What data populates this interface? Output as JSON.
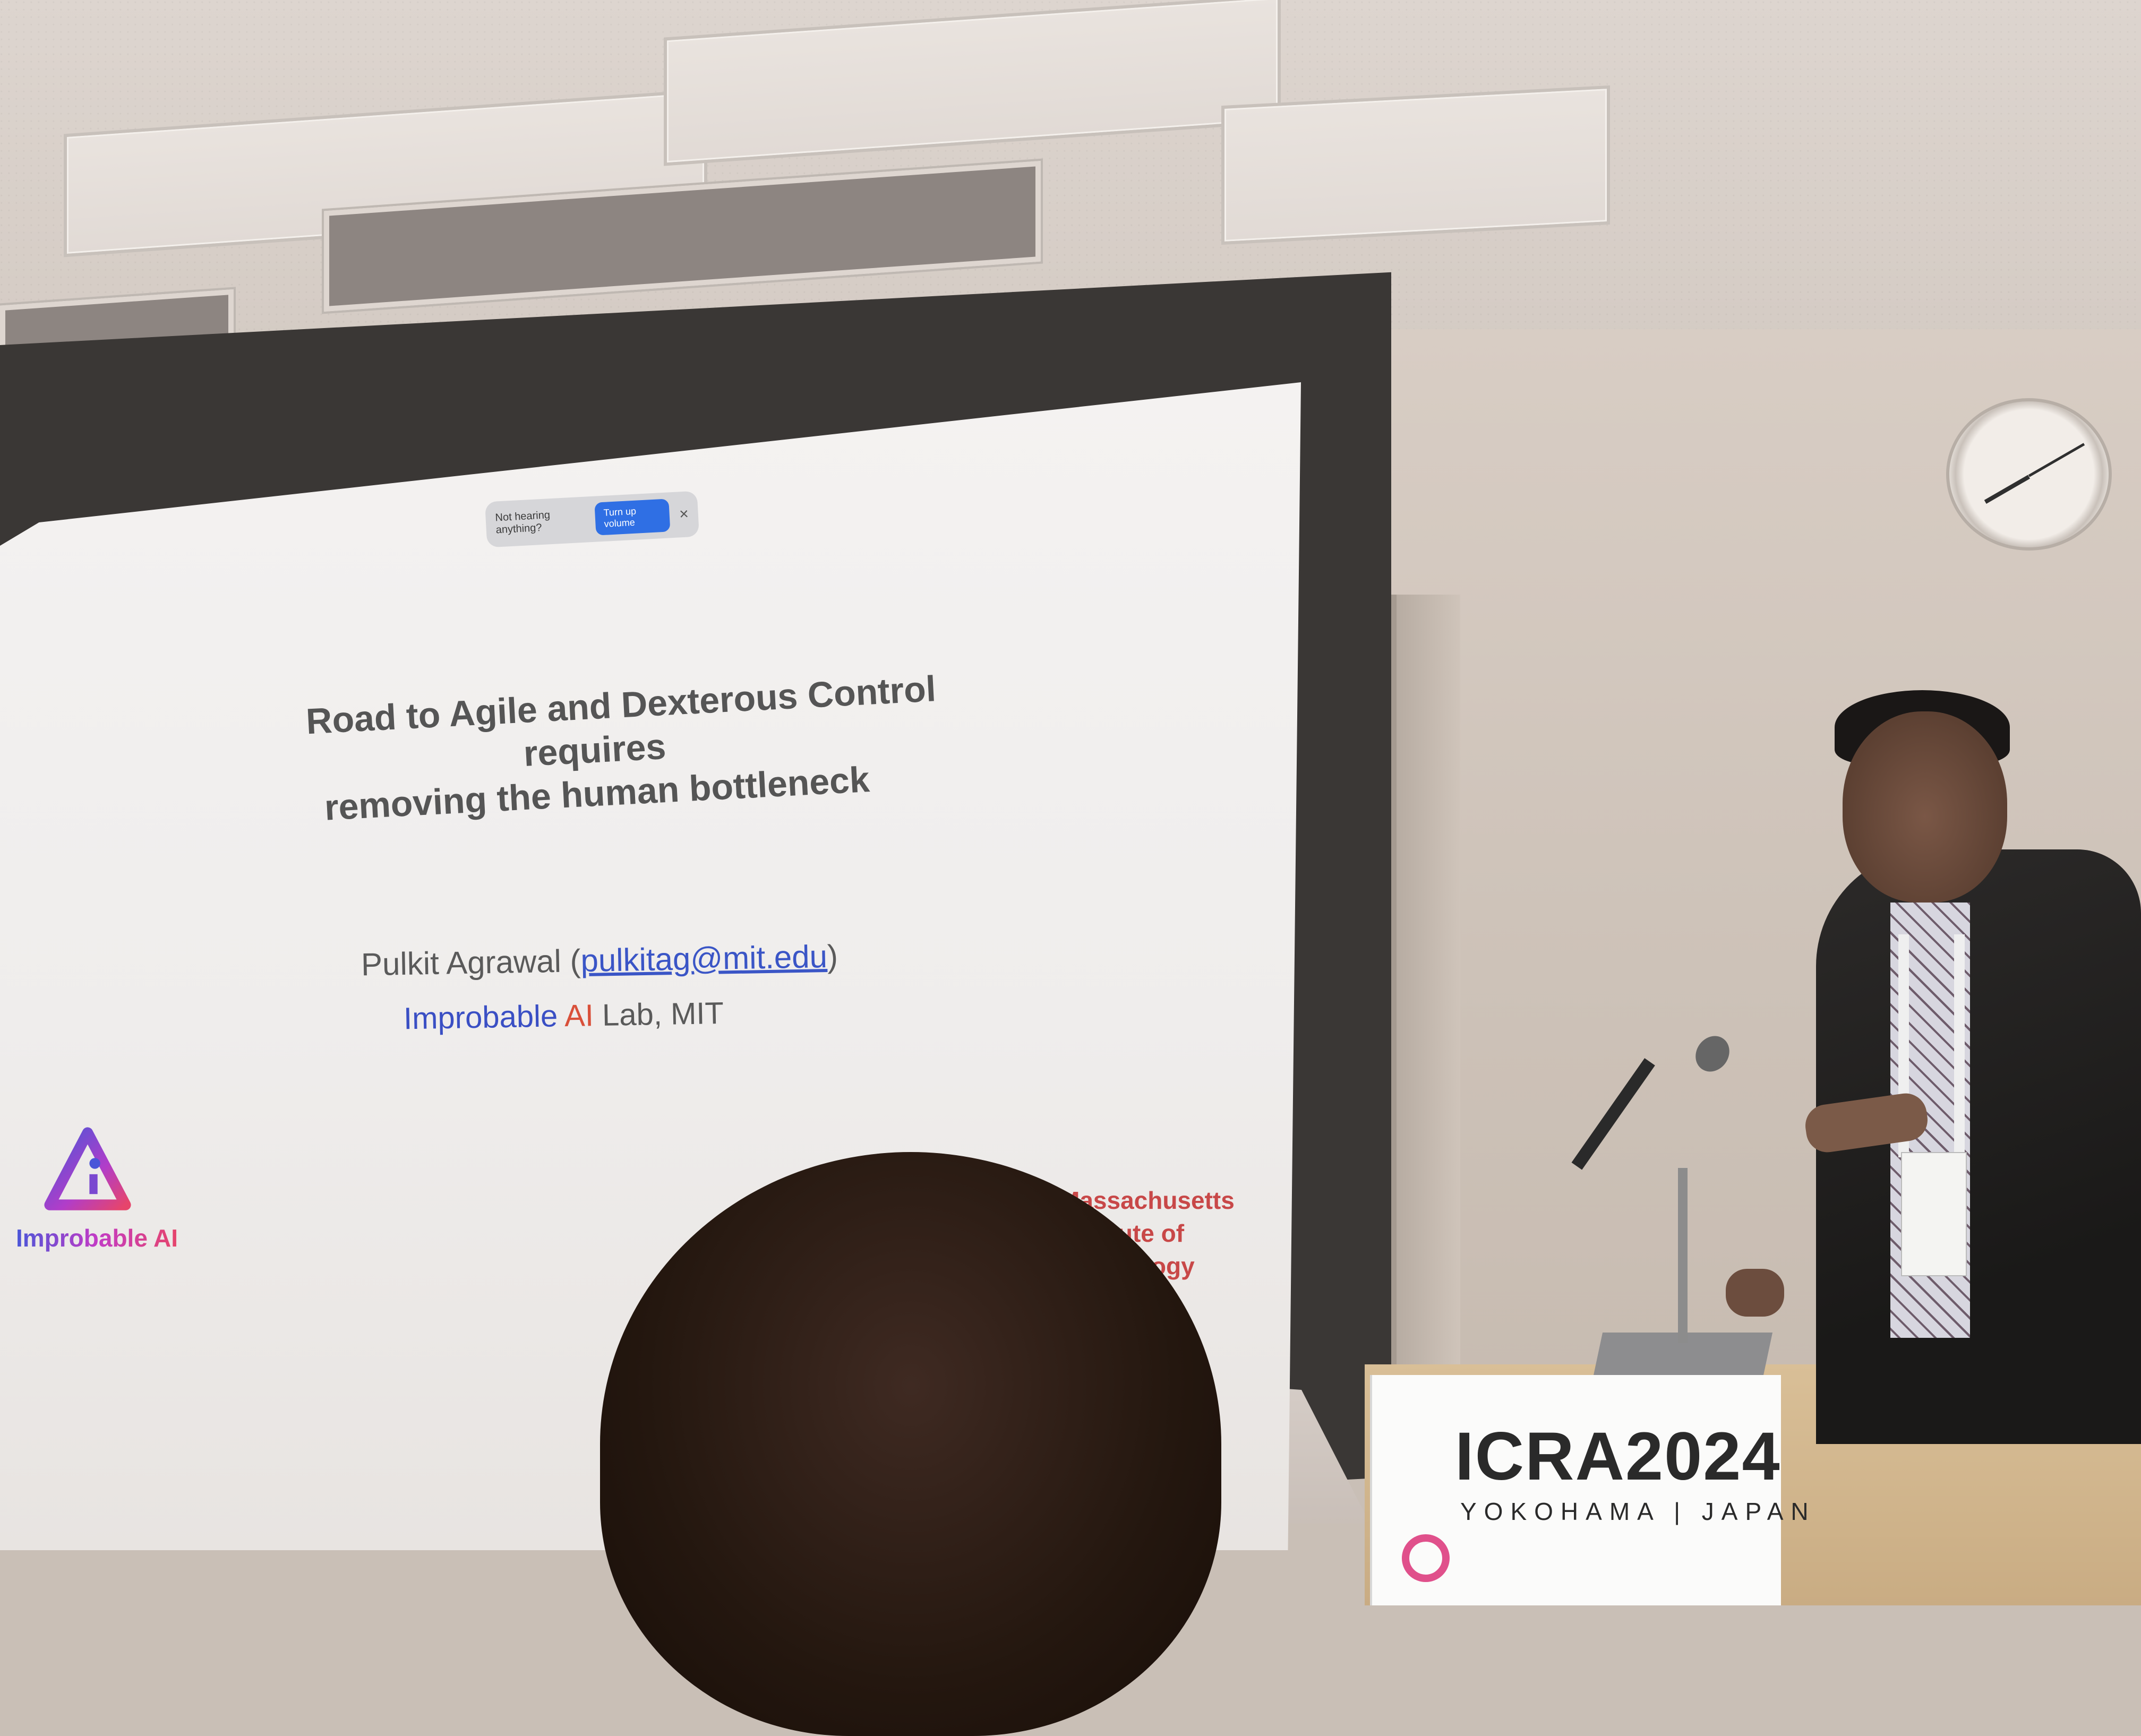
{
  "slide": {
    "notification": {
      "message": "Not hearing anything?",
      "button": "Turn up volume",
      "close": "×"
    },
    "title_lines": [
      "Road to Agile and Dexterous Control",
      "requires",
      "removing the human bottleneck"
    ],
    "author_name": "Pulkit Agrawal",
    "author_email": "pulkitag@mit.edu",
    "lab": {
      "improbable": "Improbable",
      "ai": "AI",
      "rest": "Lab, MIT"
    },
    "left_logo_label": "Improbable AI",
    "right_logo_lines": [
      "Massachusetts",
      "Institute of",
      "Technology"
    ]
  },
  "podium": {
    "title": "ICRA2024",
    "subtitle": "YOKOHAMA | JAPAN"
  },
  "colors": {
    "accent_blue": "#3a4fc4",
    "accent_red": "#d9503a",
    "mit_red": "#c84848"
  }
}
